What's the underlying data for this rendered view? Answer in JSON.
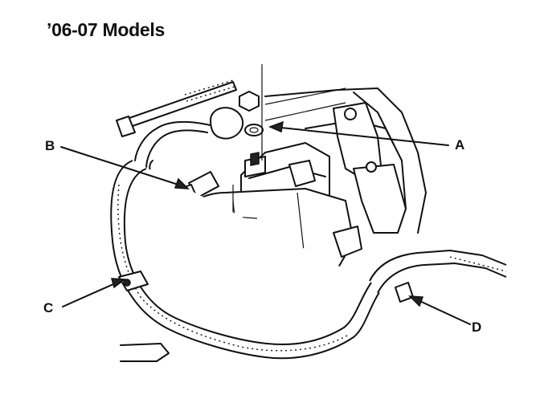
{
  "diagram": {
    "title": "’06-07 Models",
    "callouts": {
      "a": "A",
      "b": "B",
      "c": "C",
      "d": "D"
    }
  }
}
